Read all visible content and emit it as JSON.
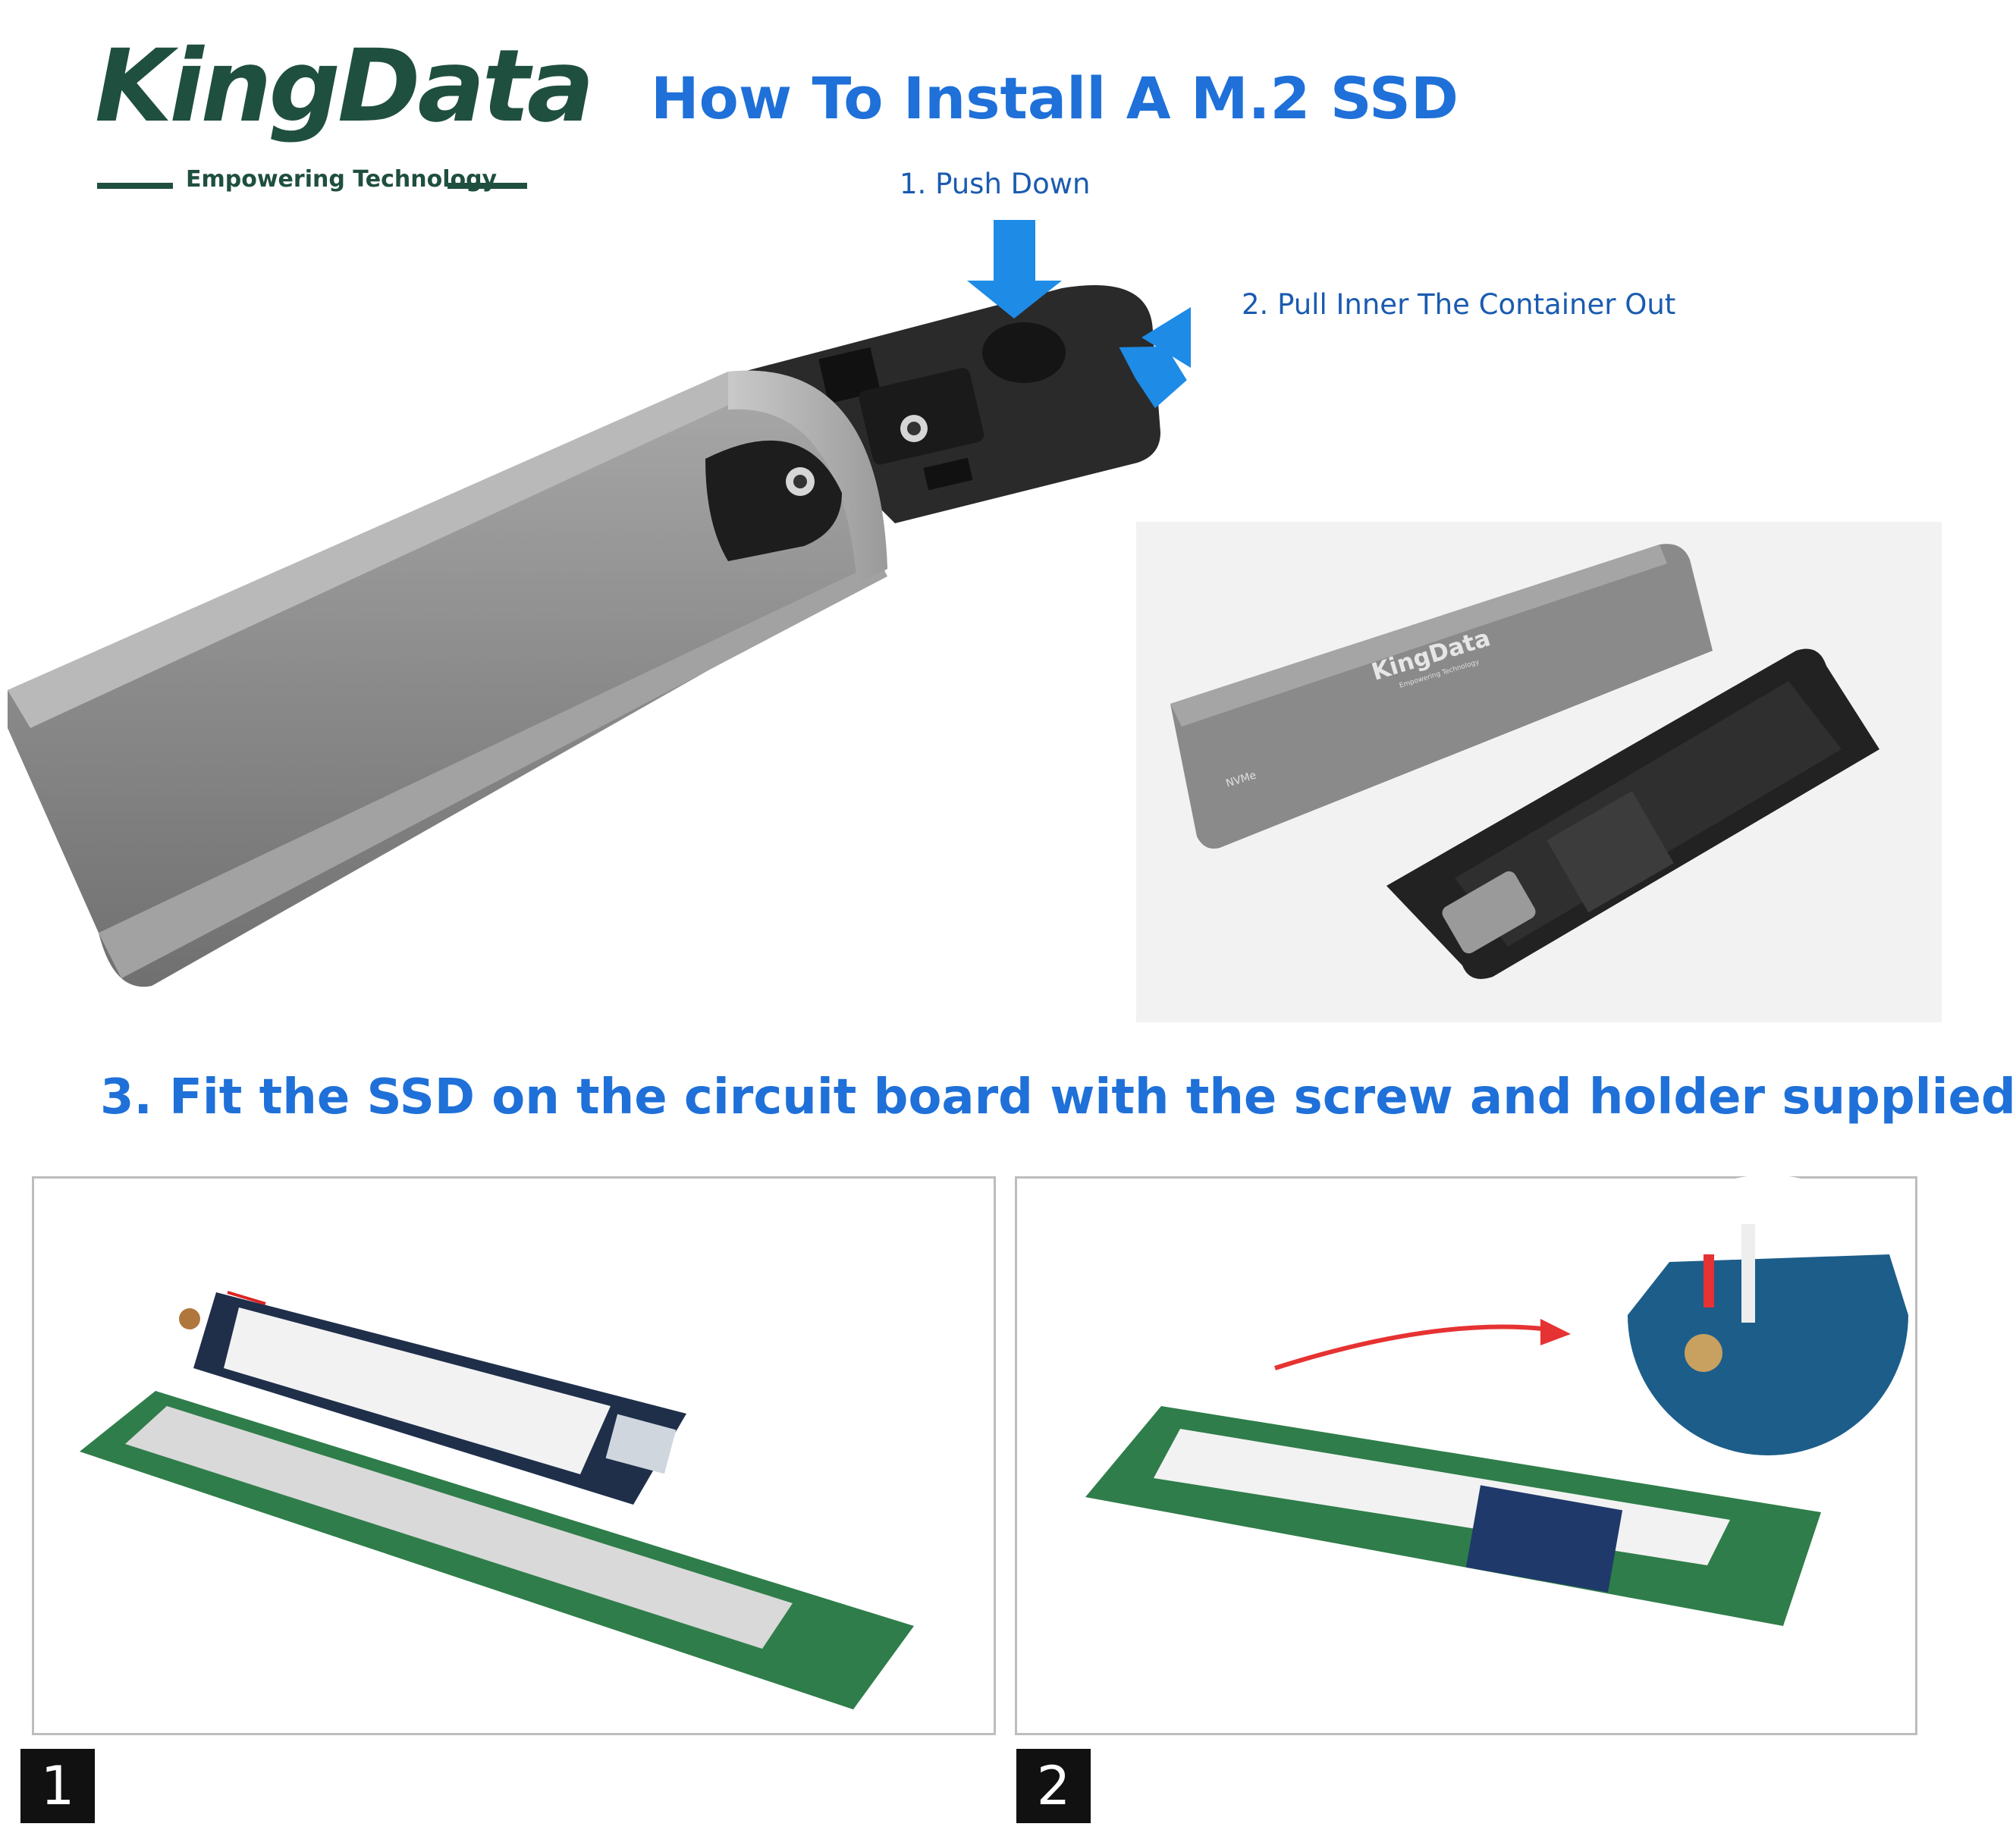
{
  "brand": {
    "name": "KingData",
    "tagline": "Empowering Technology"
  },
  "title": "How To Install A M.2 SSD",
  "steps": {
    "step1": "1. Push Down",
    "step2": "2. Pull Inner The Container Out",
    "step3": "3. Fit the SSD on the circuit board with the screw and holder supplied"
  },
  "product_photo": {
    "case_brand": "KingData",
    "case_tagline": "Empowering Technology",
    "case_model": "NVMe"
  },
  "panels": [
    {
      "badge": "1"
    },
    {
      "badge": "2"
    }
  ],
  "colors": {
    "brand_green": "#1f4f3f",
    "title_blue": "#1f70d8",
    "arrow_blue": "#1e8be6",
    "aluminum": "#8e8e8e",
    "pcb_green": "#2f7d4a"
  }
}
